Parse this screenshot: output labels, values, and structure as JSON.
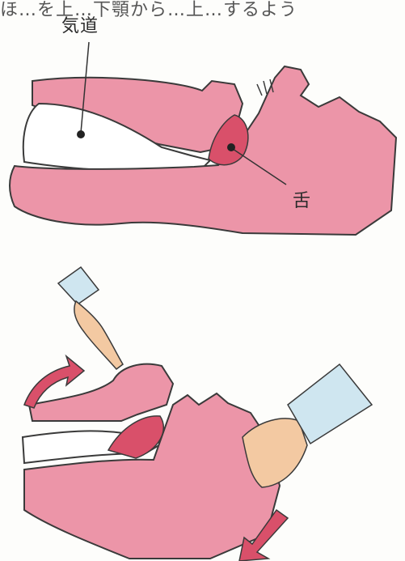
{
  "caption_fragment": "ほ…を上…下顎から…上…するよう",
  "labels": {
    "airway": "気道",
    "tongue": "舌"
  },
  "colors": {
    "tissue": "#ec95a8",
    "tissue_light": "#f2b3c0",
    "tongue": "#d9506a",
    "outline": "#3a3a3a",
    "skin": "#f3c9a2",
    "sleeve": "#cfe6f0",
    "arrow": "#d9506a"
  },
  "icons": [
    "head-cross-section-closed",
    "head-cross-section-open",
    "hand-pressing-forehead",
    "hand-lifting-jaw",
    "rotate-arrow-up",
    "arrow-down"
  ]
}
